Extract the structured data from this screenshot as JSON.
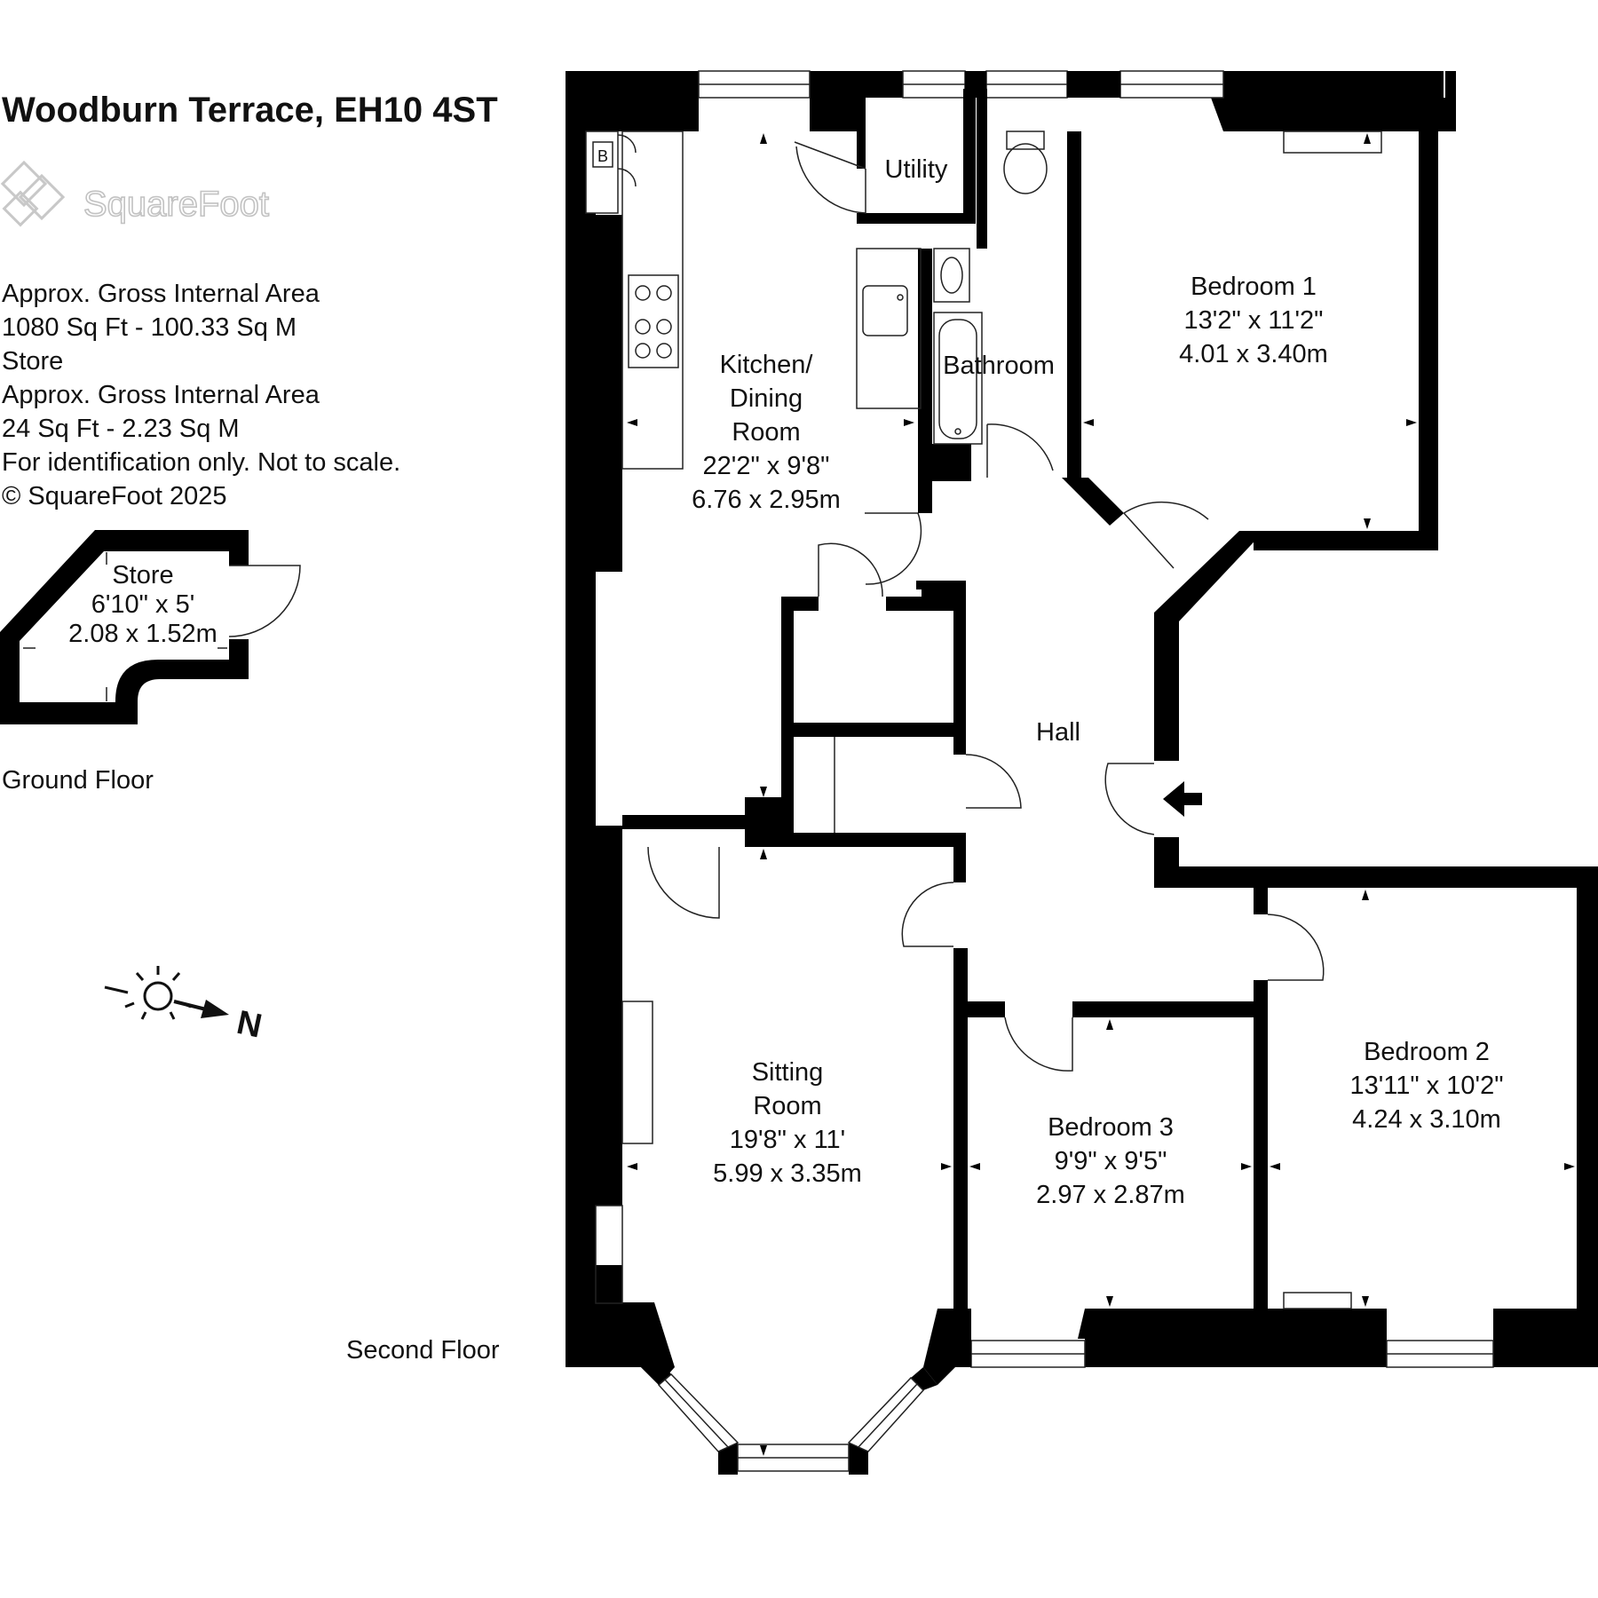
{
  "header": {
    "address": "Woodburn Terrace, EH10 4ST",
    "brand": "SquareFoot"
  },
  "info": {
    "line1": "Approx. Gross Internal Area",
    "line2": "1080 Sq Ft  -  100.33 Sq M",
    "line3": "Store",
    "line4": "Approx. Gross Internal Area",
    "line5": "24 Sq Ft  -  2.23 Sq M",
    "line6": "For identification only. Not to scale.",
    "line7": "© SquareFoot 2025"
  },
  "floors": {
    "ground": "Ground Floor",
    "second": "Second Floor"
  },
  "compass": {
    "label": "N"
  },
  "rooms": {
    "store": {
      "name": "Store",
      "imperial": "6'10\" x 5'",
      "metric": "2.08 x 1.52m"
    },
    "utility": {
      "name": "Utility"
    },
    "bathroom": {
      "name": "Bathroom"
    },
    "kitchen": {
      "name1": "Kitchen/",
      "name2": "Dining",
      "name3": "Room",
      "imperial": "22'2\" x 9'8\"",
      "metric": "6.76 x 2.95m"
    },
    "bedroom1": {
      "name": "Bedroom 1",
      "imperial": "13'2\" x 11'2\"",
      "metric": "4.01 x 3.40m"
    },
    "hall": {
      "name": "Hall"
    },
    "sitting": {
      "name1": "Sitting",
      "name2": "Room",
      "imperial": "19'8\" x 11'",
      "metric": "5.99 x 3.35m"
    },
    "bedroom3": {
      "name": "Bedroom 3",
      "imperial": "9'9\" x 9'5\"",
      "metric": "2.97 x 2.87m"
    },
    "bedroom2": {
      "name": "Bedroom 2",
      "imperial": "13'11\" x 10'2\"",
      "metric": "4.24 x 3.10m"
    }
  },
  "fixtures": {
    "boiler": "B"
  }
}
